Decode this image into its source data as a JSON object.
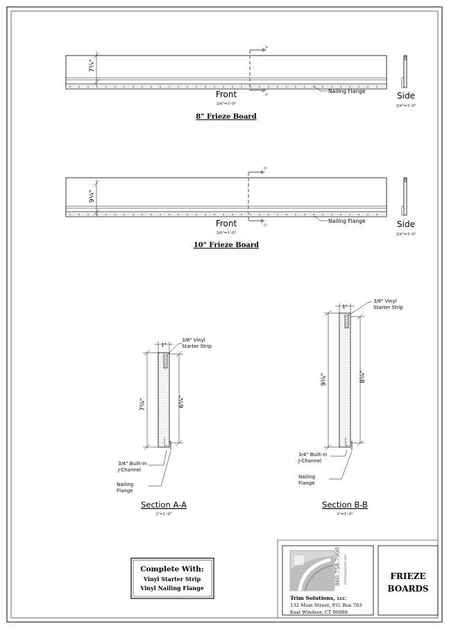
{
  "board8": {
    "front": "Front",
    "front_scale": "3/4\"=1'-0\"",
    "side": "Side",
    "side_scale": "3/4\"=1'-0\"",
    "title": "8\" Frieze Board",
    "dim": "7¼\"",
    "flange": "Nailing Flange",
    "cut": "A"
  },
  "board10": {
    "front": "Front",
    "front_scale": "3/4\"=1'-0\"",
    "side": "Side",
    "side_scale": "3/4\"=1'-0\"",
    "title": "10\" Frieze Board",
    "dim": "9¼\"",
    "flange": "Nailing Flange",
    "cut": "B"
  },
  "sectionA": {
    "title": "Section A-A",
    "scale": "3\"=1'-0\"",
    "width": "1\"",
    "overall": "7¼\"",
    "face": "6¼\"",
    "starter1": "3/8\" Vinyl",
    "starter2": "Starter Strip",
    "jchan1": "3/4\" Built-in",
    "jchan2": "J-Channel",
    "flange1": "Nailing",
    "flange2": "Flange"
  },
  "sectionB": {
    "title": "Section B-B",
    "scale": "3\"=1'-0\"",
    "width": "1\"",
    "overall": "9¼\"",
    "face": "8¼\"",
    "starter1": "3/8\" Vinyl",
    "starter2": "Starter Strip",
    "jchan1": "3/4\" Built-in",
    "jchan2": "J-Channel",
    "flange1": "Nailing",
    "flange2": "Flange"
  },
  "complete": {
    "title": "Complete With:",
    "item1": "Vinyl Starter Strip",
    "item2": "Vinyl Nailing Flange"
  },
  "company": {
    "phone": "860.758.7900",
    "web": "trimsolutions.net",
    "name": "Trim Solutions,",
    "suffix": "LLC.",
    "addr1": "132 Main Street, P.O. Box 793",
    "addr2": "East Windsor, CT 06088"
  },
  "sheet_title": {
    "line1": "FRIEZE",
    "line2": "BOARDS"
  }
}
